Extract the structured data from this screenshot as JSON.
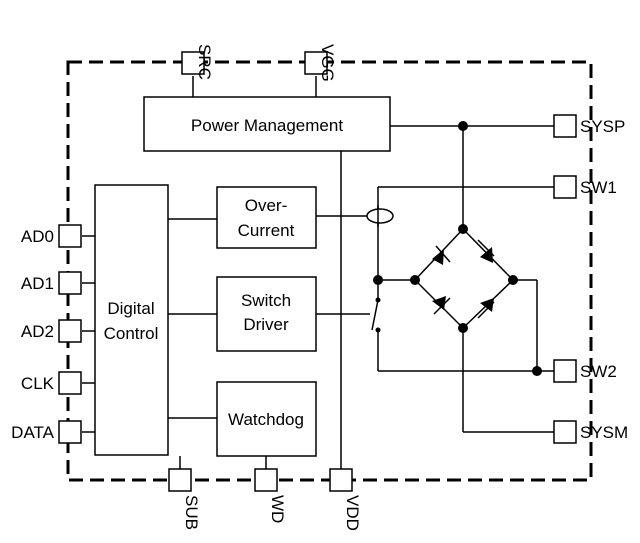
{
  "blocks": {
    "power_management": "Power Management",
    "over_current_1": "Over-",
    "over_current_2": "Current",
    "switch_driver_1": "Switch",
    "switch_driver_2": "Driver",
    "digital_control_1": "Digital",
    "digital_control_2": "Control",
    "watchdog": "Watchdog"
  },
  "pins": {
    "top": [
      "SRC",
      "VGG"
    ],
    "right": [
      "SYSP",
      "SW1",
      "SW2",
      "SYSM"
    ],
    "left": [
      "AD0",
      "AD1",
      "AD2",
      "CLK",
      "DATA"
    ],
    "bottom": [
      "SUB",
      "WD",
      "VDD"
    ]
  }
}
